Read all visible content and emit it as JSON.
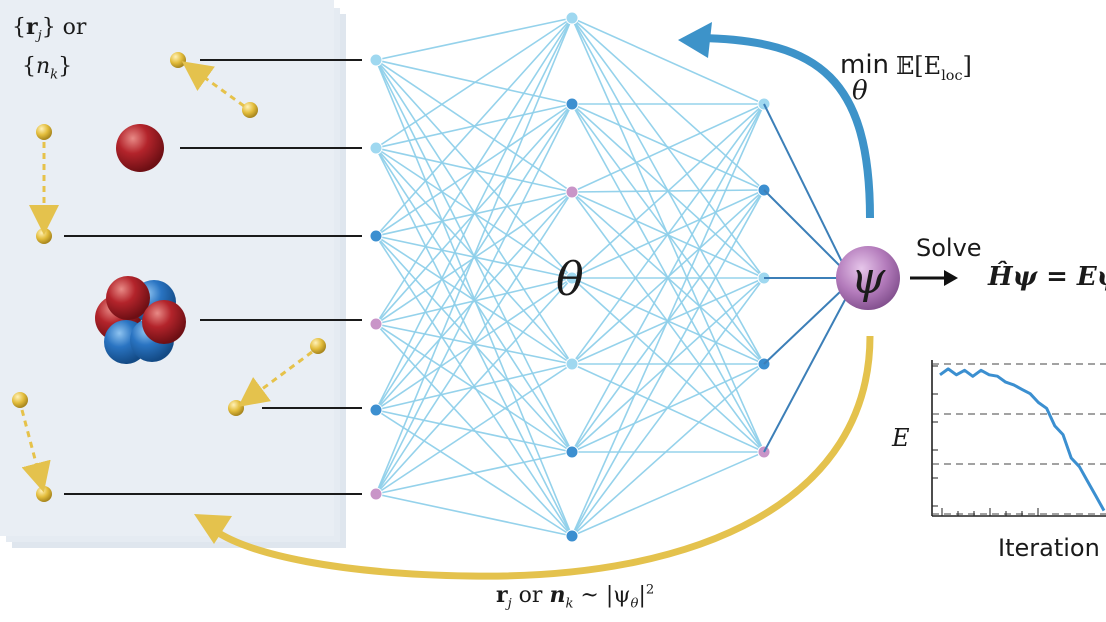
{
  "labels": {
    "input_sym": "r",
    "input_sub": "j",
    "input_or": "} or",
    "input_n": "n",
    "input_nk": "k",
    "theta": "θ",
    "psi": "ψ",
    "min_word": "min",
    "min_theta": "θ",
    "expect": "𝔼[E",
    "expect_sub": "loc",
    "expect_close": "]",
    "solve": "Solve",
    "equation": "Ĥψ = Eψ",
    "energy_axis": "E",
    "iteration_axis": "Iteration",
    "sample_r": "r",
    "sample_j": "j",
    "sample_or": " or ",
    "sample_n": "n",
    "sample_k": "k",
    "sample_tilde": " ~ |ψ",
    "sample_theta": "θ",
    "sample_close": "|",
    "sample_exp": "2"
  },
  "colors": {
    "panel": "#e9eef4",
    "network_line": "#8fd0ea",
    "node_light": "#9fd8f0",
    "node_dark": "#3c8fd0",
    "node_pink": "#c995c8",
    "particle": "#e6c24a",
    "arrow_yellow": "#e4c24d",
    "arrow_blue": "#3d93c9",
    "psi_fill": "#b47cbc",
    "red_sphere": "#b3242b",
    "blue_sphere": "#2a74c2",
    "curve": "#3b8fd0"
  },
  "chart_data": {
    "type": "line",
    "title": "",
    "xlabel": "Iteration",
    "ylabel": "E",
    "grid": "horizontal dashed",
    "xlim": [
      0,
      1
    ],
    "ylim": [
      0,
      1
    ],
    "series": [
      {
        "x": [
          0,
          0.05,
          0.1,
          0.15,
          0.2,
          0.25,
          0.3,
          0.35,
          0.4,
          0.45,
          0.5,
          0.55,
          0.6,
          0.65,
          0.7,
          0.75,
          0.8,
          0.85,
          0.9,
          0.95,
          1.0
        ],
        "y": [
          0.95,
          0.97,
          0.95,
          0.96,
          0.94,
          0.96,
          0.95,
          0.92,
          0.9,
          0.86,
          0.85,
          0.8,
          0.76,
          0.7,
          0.6,
          0.52,
          0.38,
          0.3,
          0.22,
          0.1,
          0.02
        ]
      }
    ]
  }
}
